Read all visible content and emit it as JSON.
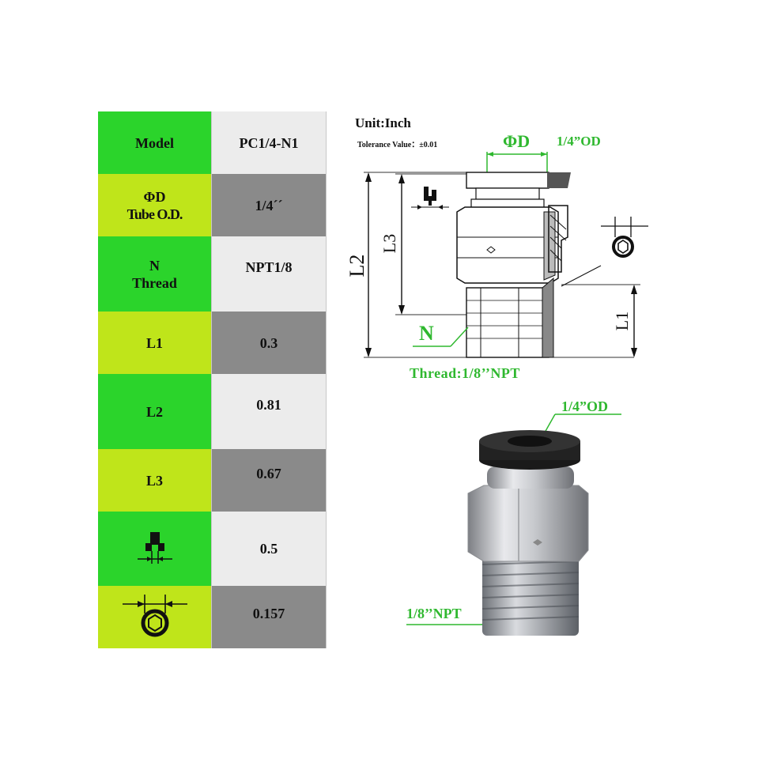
{
  "colors": {
    "dark_green": "#2bd42b",
    "lime": "#bfe51a",
    "light_cell": "#ececec",
    "dark_cell": "#8a8a8a",
    "callout_green": "#2fb82f"
  },
  "table": {
    "rows": [
      {
        "label": "Model",
        "value": "PC1/4-N1"
      },
      {
        "label_line1": "ΦD",
        "label_line2": "Tube O.D.",
        "value": "1/4´´"
      },
      {
        "label_line1": "N",
        "label_line2": "Thread",
        "value": "NPT1/8"
      },
      {
        "label": "L1",
        "value": "0.3"
      },
      {
        "label": "L2",
        "value": "0.81"
      },
      {
        "label": "L3",
        "value": "0.67"
      },
      {
        "label_icon": "wrench-width-icon",
        "value": "0.5"
      },
      {
        "label_icon": "hole-diameter-icon",
        "value": "0.157"
      }
    ]
  },
  "diagram": {
    "unit": "Unit:Inch",
    "tolerance": "Tolerance Value：±0.01",
    "phi_d": "ΦD",
    "od_callout": "1/4”OD",
    "l2": "L2",
    "l3": "L3",
    "l1": "L1",
    "n": "N",
    "thread": "Thread:1/8’’NPT"
  },
  "product": {
    "od_callout": "1/4”OD",
    "npt_callout": "1/8’’NPT"
  }
}
